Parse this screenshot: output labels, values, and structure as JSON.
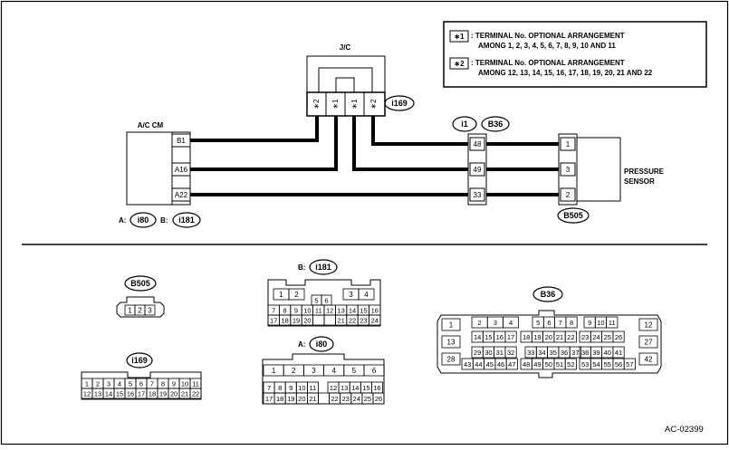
{
  "jc": {
    "title": "J/C",
    "connector": "i169",
    "slots": [
      "∗2",
      "∗1",
      "∗1",
      "∗2"
    ]
  },
  "notes": [
    {
      "mark": "∗1",
      "line1": ": TERMINAL No. OPTIONAL ARRANGEMENT",
      "line2": "AMONG 1, 2, 3, 4, 5, 6, 7, 8, 9, 10 AND 11"
    },
    {
      "mark": "∗2",
      "line1": ": TERMINAL No. OPTIONAL ARRANGEMENT",
      "line2": "AMONG 12, 13, 14, 15, 16, 17, 18, 19, 20, 21 AND 22"
    }
  ],
  "acm": {
    "title": "A/C CM",
    "pins": [
      "B1",
      "A16",
      "A22"
    ],
    "legend_a": "A:",
    "conn_a": "i80",
    "legend_b": "B:",
    "conn_b": "i181"
  },
  "middle": {
    "connectors": [
      "i1",
      "B36"
    ],
    "pins": [
      "48",
      "49",
      "33"
    ]
  },
  "sensor": {
    "title_line1": "PRESSURE",
    "title_line2": "SENSOR",
    "pins": [
      "1",
      "3",
      "2"
    ],
    "connector": "B505"
  },
  "faces": {
    "b505": {
      "label": "B505",
      "pins": [
        "1",
        "2",
        "3"
      ]
    },
    "i169": {
      "label": "i169",
      "row1": [
        "1",
        "2",
        "3",
        "4",
        "5",
        "6",
        "7",
        "8",
        "9",
        "10",
        "11"
      ],
      "row2": [
        "12",
        "13",
        "14",
        "15",
        "16",
        "17",
        "18",
        "19",
        "20",
        "21",
        "22"
      ]
    },
    "i181": {
      "prefix": "B:",
      "label": "i181",
      "top_a": [
        "1",
        "2"
      ],
      "top_mid": [
        "5",
        "6"
      ],
      "top_b": [
        "3",
        "4"
      ],
      "row2": [
        "7",
        "8",
        "9",
        "10",
        "11",
        "12",
        "13",
        "14",
        "15",
        "16"
      ],
      "row3": [
        "17",
        "18",
        "19",
        "20",
        "",
        "",
        "21",
        "22",
        "23",
        "24"
      ]
    },
    "i80": {
      "prefix": "A:",
      "label": "i80",
      "row1": [
        "1",
        "2",
        "3",
        "4",
        "5",
        "6"
      ],
      "row2": [
        "7",
        "8",
        "9",
        "10",
        "11",
        "12",
        "13",
        "14",
        "15",
        "16"
      ],
      "row3": [
        "17",
        "18",
        "19",
        "20",
        "21",
        "",
        "22",
        "23",
        "24",
        "25",
        "26"
      ]
    },
    "b36": {
      "label": "B36",
      "left": [
        "1",
        "13",
        "28"
      ],
      "right": [
        "12",
        "27",
        "42"
      ],
      "row1": [
        [
          "2",
          "3",
          "4"
        ],
        [
          "5",
          "6",
          "7",
          "8"
        ],
        [
          "9",
          "10",
          "11"
        ]
      ],
      "row2": [
        [
          "14",
          "15",
          "16",
          "17"
        ],
        [
          "18",
          "19",
          "20",
          "21",
          "22"
        ],
        [
          "23",
          "24",
          "25",
          "26"
        ]
      ],
      "row3": [
        [
          "29",
          "30",
          "31",
          "32"
        ],
        [
          "33",
          "34",
          "35",
          "36",
          "37"
        ],
        [
          "38",
          "39",
          "40",
          "41"
        ]
      ],
      "row4": [
        [
          "43",
          "44",
          "45",
          "46",
          "47"
        ],
        [
          "48",
          "49",
          "50",
          "51",
          "52"
        ],
        [
          "53",
          "54",
          "55",
          "56",
          "57"
        ]
      ]
    }
  },
  "figure_code": "AC-02399"
}
